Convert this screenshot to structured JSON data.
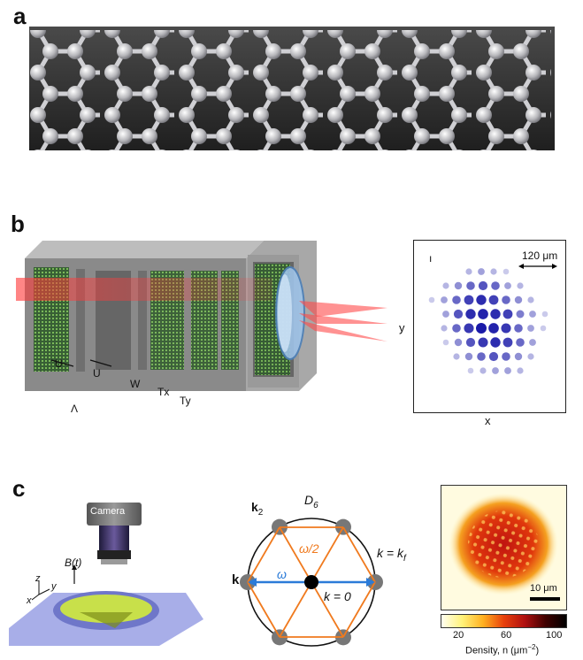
{
  "panels": {
    "a": {
      "letter": "a"
    },
    "b": {
      "letter": "b",
      "labels": {
        "u1": "U",
        "u2": "U",
        "w": "W",
        "tx": "Tx",
        "ty": "Ty",
        "lambda": "Λ",
        "y": "y",
        "x": "x"
      },
      "inset_scale_label": "120 μm",
      "inset_tick": "ı",
      "inset_grid": {
        "rows": 8,
        "cols": 10,
        "intensity": [
          [
            0,
            0,
            0,
            0.2,
            0.3,
            0.2,
            0.1,
            0,
            0,
            0
          ],
          [
            0,
            0.2,
            0.4,
            0.6,
            0.7,
            0.6,
            0.3,
            0.2,
            0,
            0
          ],
          [
            0.1,
            0.3,
            0.6,
            0.8,
            0.9,
            0.8,
            0.6,
            0.4,
            0.2,
            0
          ],
          [
            0,
            0.3,
            0.7,
            0.9,
            0.95,
            0.9,
            0.8,
            0.5,
            0.3,
            0.1
          ],
          [
            0,
            0.2,
            0.6,
            0.85,
            1,
            0.95,
            0.85,
            0.6,
            0.3,
            0.1
          ],
          [
            0,
            0.1,
            0.4,
            0.7,
            0.85,
            0.9,
            0.8,
            0.6,
            0.3,
            0
          ],
          [
            0,
            0,
            0.2,
            0.4,
            0.6,
            0.7,
            0.6,
            0.4,
            0.2,
            0
          ],
          [
            0,
            0,
            0,
            0.1,
            0.2,
            0.3,
            0.3,
            0.2,
            0,
            0
          ]
        ]
      }
    },
    "c": {
      "letter": "c",
      "camera_label": "Camera",
      "field_label": "B(t)",
      "axes": {
        "z": "z",
        "y": "y",
        "x": "x"
      },
      "diagram": {
        "title": "D",
        "title_sub": "6",
        "k2": "k",
        "k2_sub": "2",
        "k": "k",
        "omega": "ω",
        "omega_half": "ω/2",
        "k_eq_kf": "k = k",
        "kf_sub": "f",
        "k_zero": "k = 0"
      },
      "density_scale_label": "10 μm",
      "colorbar": {
        "ticks": [
          "20",
          "60",
          "100"
        ],
        "label": "Density, n (μm",
        "label_exp": "−2",
        "label_end": ")"
      },
      "colors": {
        "orange": "#f07a1e",
        "blue": "#2b7bd8"
      }
    }
  }
}
